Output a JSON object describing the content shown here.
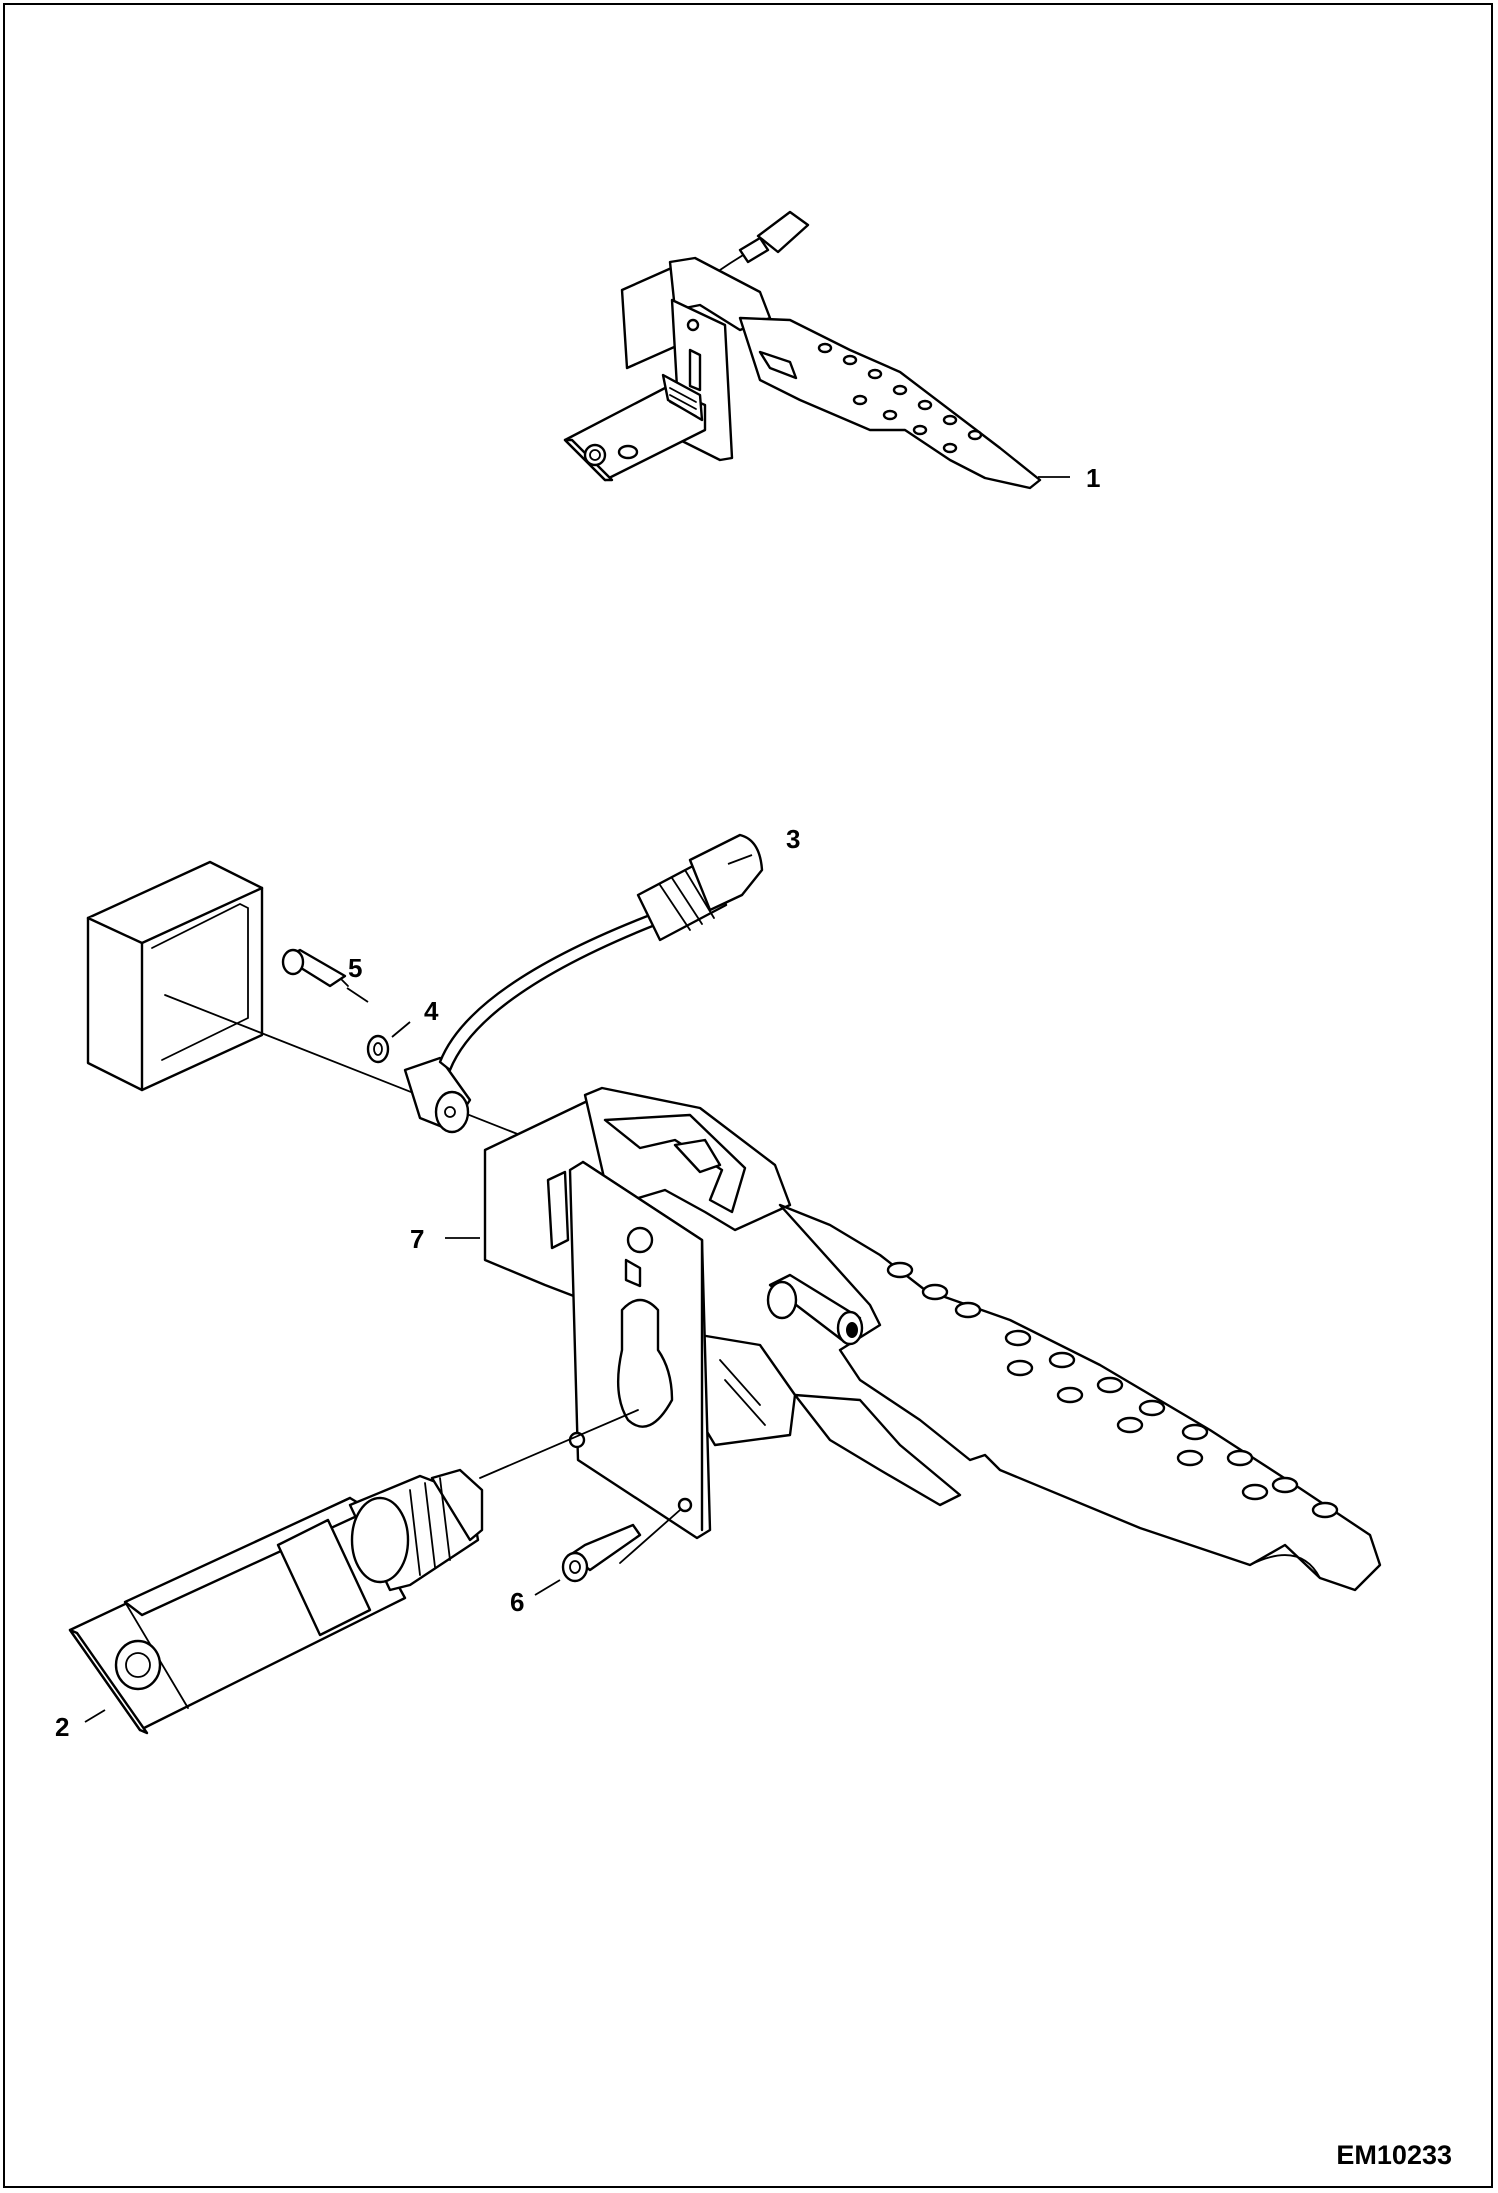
{
  "callouts": {
    "c1": "1",
    "c2": "2",
    "c3": "3",
    "c4": "4",
    "c5": "5",
    "c6": "6",
    "c7": "7"
  },
  "drawing_code": "EM10233",
  "colors": {
    "line": "#000000",
    "background": "#ffffff"
  }
}
